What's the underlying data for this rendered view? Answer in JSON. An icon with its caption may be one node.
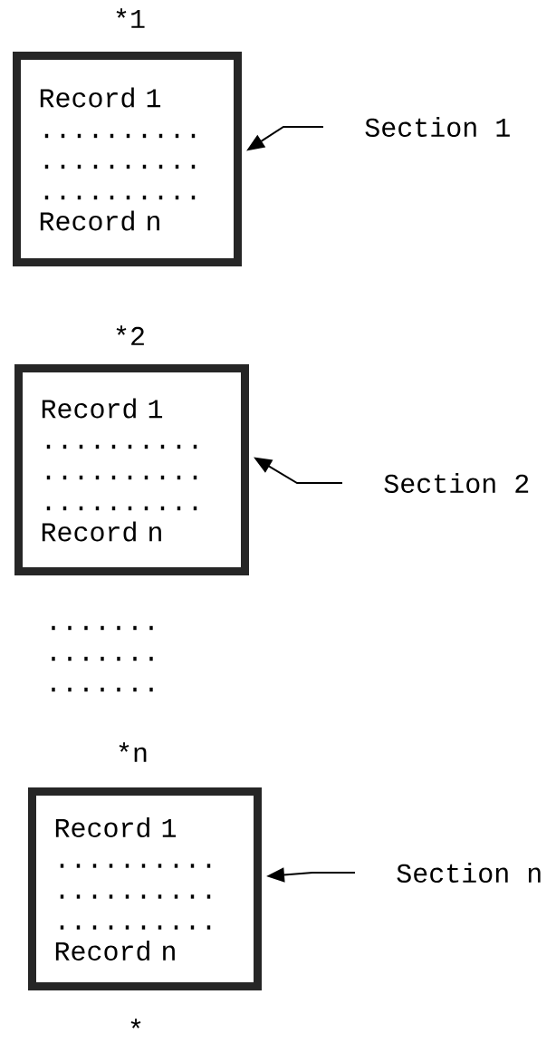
{
  "diagram": {
    "nodes": [
      {
        "text": [
          "Record 1",
          "..........",
          "..........",
          "..........",
          "Record n"
        ]
      },
      {
        "text": [
          "Section 1"
        ]
      },
      {
        "text": [
          "Record 1",
          "..........",
          "..........",
          "..........",
          "Record n"
        ]
      },
      {
        "text": [
          "Section 2"
        ]
      },
      {
        "text": [
          "Record 1",
          "..........",
          "..........",
          "..........",
          "Record n"
        ]
      },
      {
        "text": [
          "Section n"
        ]
      }
    ],
    "edges": [
      {
        "from": 1,
        "to": 0,
        "arrow": "to"
      },
      {
        "from": 3,
        "to": 2,
        "arrow": "to"
      },
      {
        "from": 5,
        "to": 4,
        "arrow": "to"
      }
    ],
    "labels": [
      "*1",
      "*2",
      ".......",
      ".......",
      ".......",
      "*n",
      "*"
    ]
  }
}
